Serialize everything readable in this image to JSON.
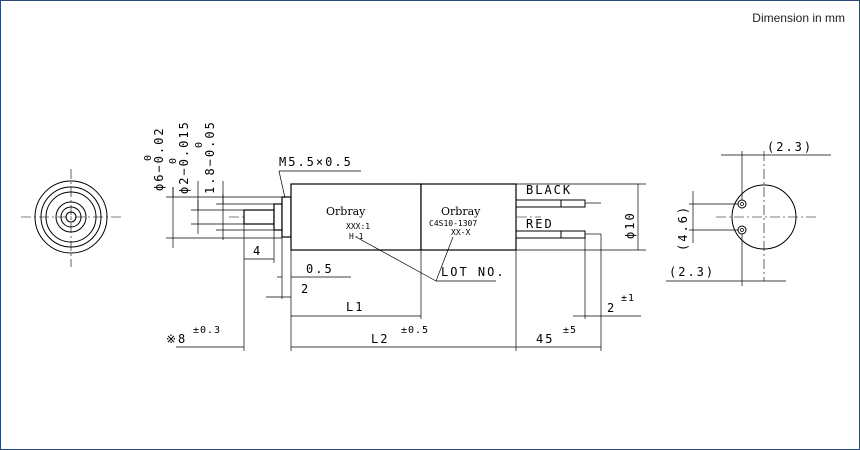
{
  "header": {
    "unit_note": "Dimension in mm"
  },
  "labels": {
    "dia6": "ϕ6−0.02",
    "dia6_upper": "0",
    "dia2": "ϕ2−0.015",
    "dia2_upper": "0",
    "len18": "1.8−0.05",
    "len18_upper": "0",
    "thread": "M5.5×0.5",
    "black": "BLACK",
    "red": "RED",
    "dia10": "ϕ10",
    "lot": "LOT NO.",
    "d4": "4",
    "d05": "0.5",
    "d2": "2",
    "l1": "L1",
    "l2": "L2",
    "l2_tol": "±0.5",
    "d8": "※8",
    "d8_tol": "±0.3",
    "d45": "45",
    "d45_tol": "±5",
    "d2r": "2",
    "d2r_tol": "±1",
    "d23_top": "(2.3)",
    "d23_bottom": "(2.3)",
    "d46": "(4.6)"
  },
  "motor": {
    "brand_left": "Orbray",
    "code_left_1": "XXX:1",
    "code_left_2": "H-1",
    "brand_right": "Orbray",
    "code_right_1": "C4S10-1307",
    "code_right_2": "XX-X"
  }
}
